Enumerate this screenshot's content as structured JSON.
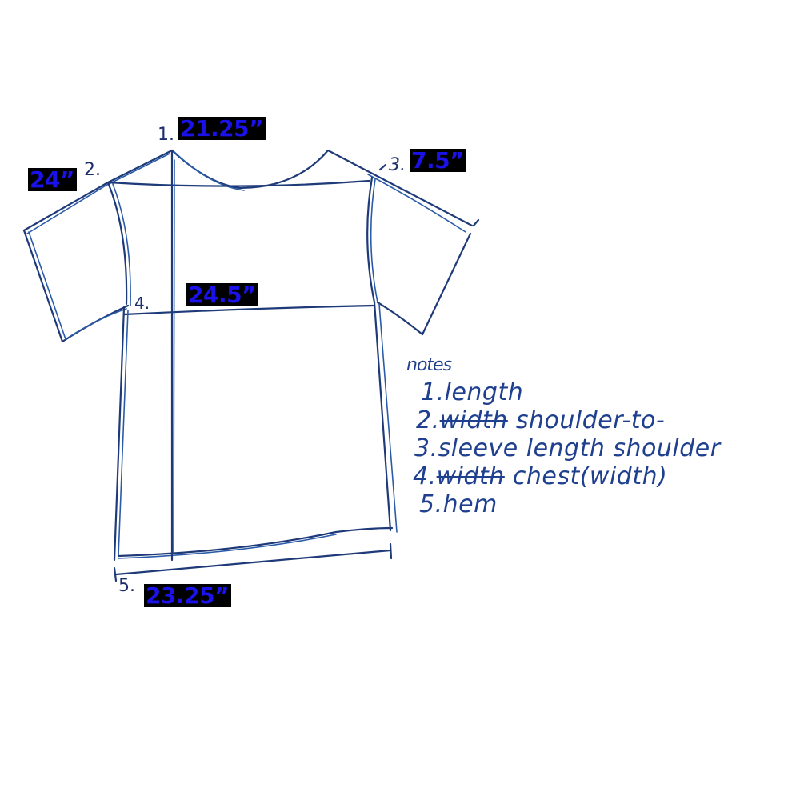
{
  "diagram": {
    "subject": "T-shirt measurement sketch",
    "ink_color": "#1e3a78",
    "badge_text_color": "#1a12e8",
    "badge_bg_color": "#000000"
  },
  "markers": [
    {
      "number": "1.",
      "value": "21.25”",
      "measure": "length"
    },
    {
      "number": "2.",
      "value": "24”",
      "measure": "shoulder-to-shoulder"
    },
    {
      "number": "3.",
      "value": "7.5”",
      "measure": "sleeve length"
    },
    {
      "number": "4.",
      "value": "24.5”",
      "measure": "chest (width)"
    },
    {
      "number": "5.",
      "value": "23.25”",
      "measure": "hem"
    }
  ],
  "notes": {
    "title": "notes",
    "items": [
      {
        "num": "1.",
        "struck": "",
        "text": "length"
      },
      {
        "num": "2.",
        "struck": "width",
        "text": " shoulder-to-"
      },
      {
        "num": "3.",
        "struck": "",
        "text": "sleeve length shoulder"
      },
      {
        "num": "4.",
        "struck": "width",
        "text": " chest(width)"
      },
      {
        "num": "5.",
        "struck": "",
        "text": "hem"
      }
    ]
  }
}
